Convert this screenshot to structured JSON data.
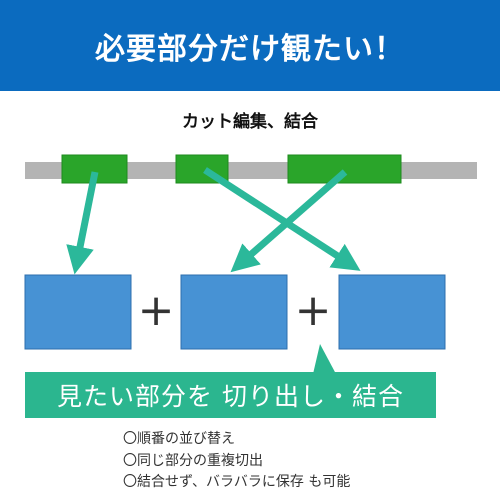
{
  "colors": {
    "header_bg": "#0b6bbf",
    "timeline_gray": "#b4b4b4",
    "segment_green": "#2aa52a",
    "segment_border": "#1e8a1e",
    "arrow_teal": "#2bb89a",
    "clip_blue": "#4792d4",
    "clip_border": "#2c6fae",
    "callout_bg": "#2bb68f",
    "plus_sign": "#333333"
  },
  "header": {
    "title": "必要部分だけ観たい！"
  },
  "subtitle": "カット編集、結合",
  "diagram": {
    "operators": [
      "+",
      "+"
    ]
  },
  "callout": {
    "text": "見たい部分を 切り出し・結合"
  },
  "notes": [
    "〇順番の並び替え",
    "〇同じ部分の重複切出",
    "〇結合せず、バラバラに保存 も可能"
  ]
}
